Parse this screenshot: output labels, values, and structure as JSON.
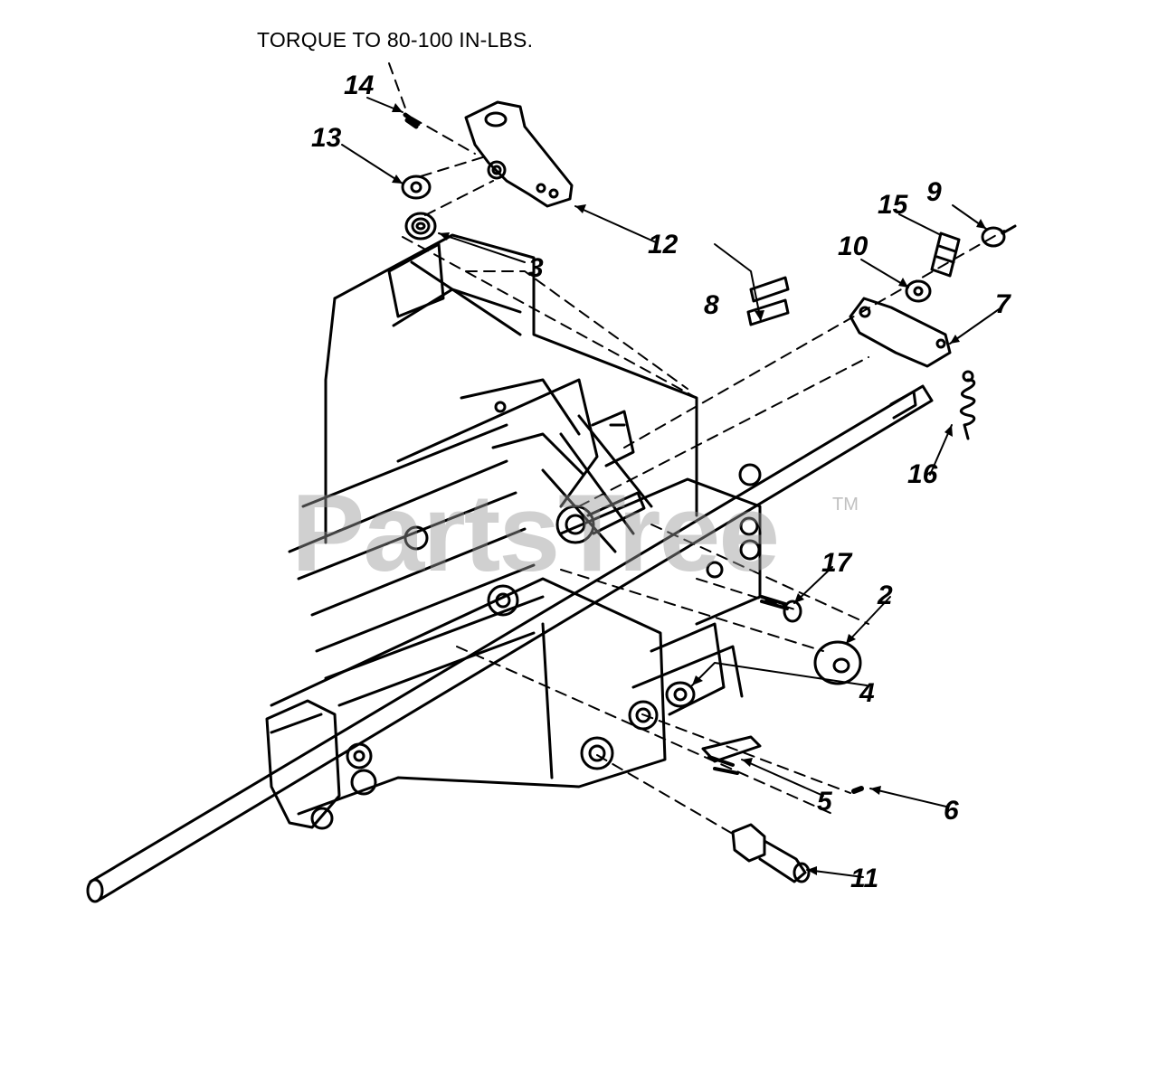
{
  "note": "TORQUE TO 80-100 IN-LBS.",
  "watermark": {
    "text": "PartsTree",
    "tm": "TM"
  },
  "callouts": {
    "c2": "2",
    "c3": "3",
    "c4": "4",
    "c5": "5",
    "c6": "6",
    "c7": "7",
    "c8": "8",
    "c9": "9",
    "c10": "10",
    "c11": "11",
    "c12": "12",
    "c13": "13",
    "c14": "14",
    "c15": "15",
    "c16": "16",
    "c17": "17"
  }
}
